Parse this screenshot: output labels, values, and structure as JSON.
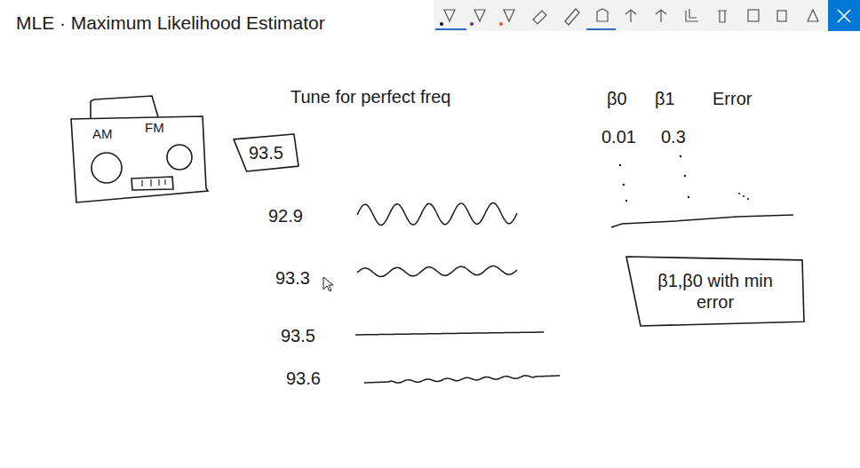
{
  "diagram": {
    "title": "MLE · Maximum Likelihood Estimator",
    "nodes": [
      {
        "text": [
          "AM",
          "FM"
        ]
      },
      {
        "text": [
          "93.5"
        ]
      },
      {
        "text": [
          "β1,β0 with min error"
        ]
      }
    ],
    "labels": [
      "Tune for perfect freq",
      "92.9",
      "93.3",
      "93.5",
      "93.6",
      "β0",
      "β1",
      "Error",
      "0.01",
      "0.3"
    ]
  }
}
